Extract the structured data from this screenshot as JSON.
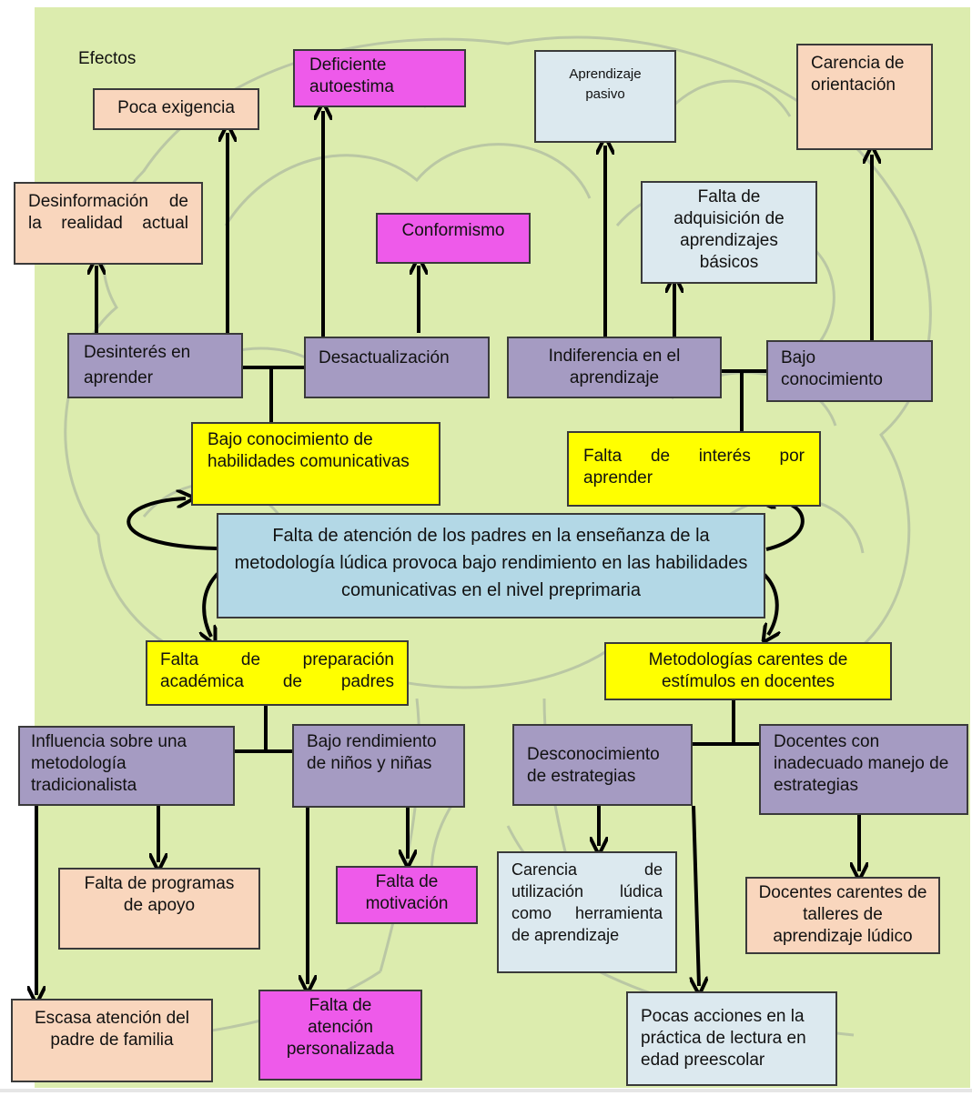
{
  "diagram": {
    "section_title": "Efectos",
    "central_problem": "Falta de atención de los padres en la enseñanza de la metodología lúdica provoca bajo rendimiento en las habilidades comunicativas en el nivel preprimaria",
    "causes": {
      "bajo_conocimiento_hab": "Bajo conocimiento de habilidades comunicativas",
      "falta_interes": "Falta de interés por aprender",
      "falta_preparacion": "Falta de preparación académica de padres",
      "metodologias_carentes": "Metodologías carentes de estímulos en docentes"
    },
    "top_level": {
      "desinteres": "Desinterés en aprender",
      "desactualizacion": "Desactualización",
      "indiferencia": "Indiferencia en el aprendizaje",
      "bajo_conocimiento": "Bajo conocimiento"
    },
    "top_effects": {
      "poca_exigencia": "Poca exigencia",
      "deficiente_autoestima": "Deficiente autoestima",
      "desinformacion": "Desinformación de la realidad actual",
      "conformismo": "Conformismo",
      "aprendizaje_pasivo": "Aprendizaje pasivo",
      "carencia_orientacion": "Carencia de orientación",
      "falta_adquisicion": "Falta de adquisición de aprendizajes básicos"
    },
    "bottom_level": {
      "influencia": "Influencia sobre una metodología tradicionalista",
      "bajo_rendimiento": "Bajo rendimiento de niños y niñas",
      "desconocimiento": "Desconocimiento de estrategias",
      "docentes_inadecuado": "Docentes con inadecuado manejo de estrategias"
    },
    "bottom_effects": {
      "falta_programas": "Falta de programas de apoyo",
      "falta_motivacion": "Falta de motivación",
      "carencia_utilizacion": "Carencia de utilización lúdica como herramienta de aprendizaje",
      "docentes_carentes": "Docentes carentes de talleres de aprendizaje lúdico",
      "escasa_atencion": "Escasa atención del padre de familia",
      "falta_atencion_personalizada": "Falta de atención personalizada",
      "pocas_acciones": "Pocas acciones en la práctica de lectura en edad preescolar"
    },
    "colors": {
      "background": "#dcecae",
      "purple": "#a59bc2",
      "peach": "#f9d6bd",
      "magenta": "#ee5aea",
      "light_blue": "#dce9ef",
      "yellow": "#ffff00",
      "central_blue": "#b3d8e6"
    }
  }
}
